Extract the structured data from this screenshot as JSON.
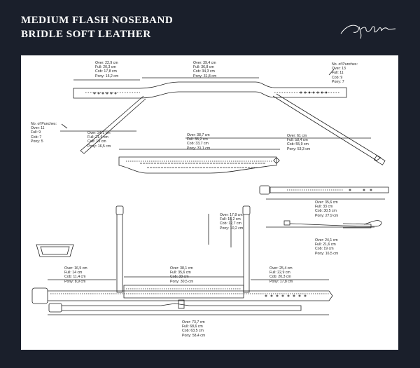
{
  "header": {
    "title_line1": "MEDIUM FLASH NOSEBAND",
    "title_line2": "BRIDLE SOFT LEATHER",
    "logo_icon": "signature-logo"
  },
  "colors": {
    "background": "#1a1f2b",
    "panel": "#ffffff",
    "ink": "#222222"
  },
  "headpiece_left": [
    "Over: 22,9 cm",
    "Full: 20,3 cm",
    "Cob: 17,8 cm",
    "Pony: 15,2 cm"
  ],
  "headpiece_center": [
    "Over: 39,4 cm",
    "Full: 36,8 cm",
    "Cob: 34,3 cm",
    "Pony: 31,8 cm"
  ],
  "punches_right": [
    "No. of Punches:",
    "Over: 13",
    "Full: 11",
    "Cob: 9",
    "Pony: 7"
  ],
  "punches_left": [
    "No. of Punches:",
    "Over: 11",
    "Full: 9",
    "Cob: 7",
    "Pony: 5"
  ],
  "throatlash_left": [
    "Over: 24,1 cm",
    "Full: 21,6 cm",
    "Cob: 19 cm",
    "Pony: 16,5 cm"
  ],
  "throatlash_right": [
    "Over: 61 cm",
    "Full: 58,4 cm",
    "Cob: 55,9 cm",
    "Pony: 53,3 cm"
  ],
  "browband": [
    "Over: 38,7 cm",
    "Full: 36,2 cm",
    "Cob: 33,7 cm",
    "Pony: 31,1 cm"
  ],
  "strap_right": [
    "Over: 35,6 cm",
    "Full: 33 cm",
    "Cob: 30,5 cm",
    "Pony: 27,9 cm"
  ],
  "flash_strap": [
    "Over: 24,1 cm",
    "Full: 21,6 cm",
    "Cob: 19 cm",
    "Pony: 16,5 cm"
  ],
  "cheek_gap": [
    "Over: 17,8 cm",
    "Full: 15,2 cm",
    "Cob: 12,7 cm",
    "Pony: 10,2 cm"
  ],
  "nose_left": [
    "Over: 16,5 cm",
    "Full: 14 cm",
    "Cob: 11,4 cm",
    "Pony: 8,9 cm"
  ],
  "nose_center": [
    "Over: 38,1 cm",
    "Full: 35,6 cm",
    "Cob: 33 cm",
    "Pony: 30,5 cm"
  ],
  "nose_right": [
    "Over: 25,4 cm",
    "Full: 22,9 cm",
    "Cob: 20,3 cm",
    "Pony: 17,8 cm"
  ],
  "nose_total": [
    "Over: 73,7 cm",
    "Full: 68,6 cm",
    "Cob: 63,5 cm",
    "Pony: 58,4 cm"
  ]
}
